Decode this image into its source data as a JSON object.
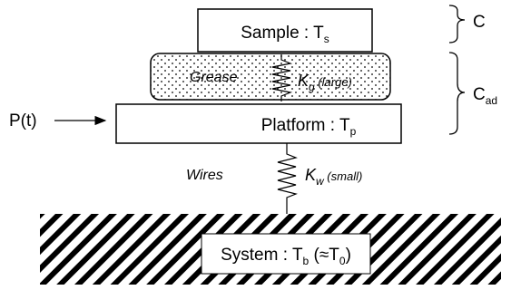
{
  "sample": {
    "name": "Sample : ",
    "sym": "T",
    "sub": "s"
  },
  "grease": {
    "label": "Grease",
    "k": "K",
    "k_sub": "g",
    "note": " (large)"
  },
  "platform": {
    "name": "Platform : ",
    "sym": "T",
    "sub": "p"
  },
  "power": {
    "label": "P(t)"
  },
  "wires": {
    "label": "Wires",
    "k": "K",
    "k_sub": "w",
    "note": " (small)"
  },
  "system": {
    "name": "System : ",
    "sym": "T",
    "sub": "b",
    "approx_open": " (≈T",
    "approx_sub": "0",
    "approx_close": ")"
  },
  "brace_c": {
    "label": "C"
  },
  "brace_cad": {
    "label": "C",
    "sub": "ad"
  }
}
